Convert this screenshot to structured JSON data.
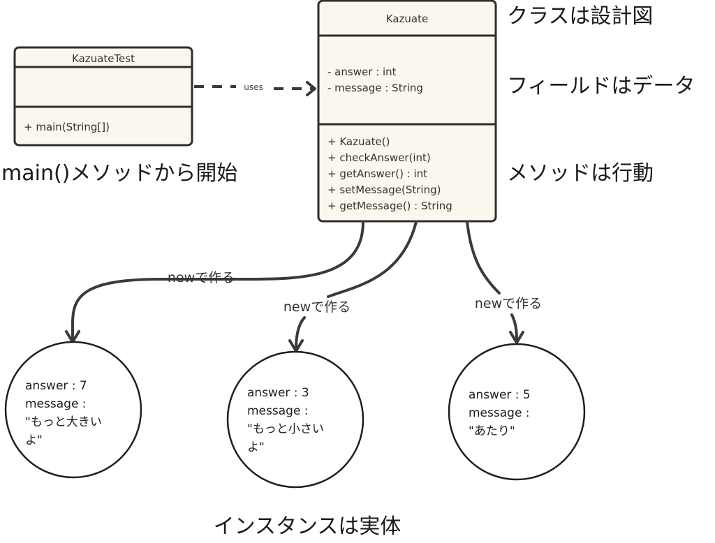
{
  "classes": {
    "test": {
      "name": "KazuateTest",
      "methods": [
        "+ main(String[])"
      ]
    },
    "kazuate": {
      "name": "Kazuate",
      "fields": [
        "- answer : int",
        "- message : String"
      ],
      "methods": [
        "+ Kazuate()",
        "+ checkAnswer(int)",
        "+ getAnswer() : int",
        "+ setMessage(String)",
        "+ getMessage() : String"
      ]
    }
  },
  "relations": {
    "uses_label": "uses",
    "new_label": "newで作る"
  },
  "notes": {
    "class_blueprint": "クラスは設計図",
    "fields_data": "フィールドはデータ",
    "methods_behavior": "メソッドは行動",
    "main_start": "main()メソッドから開始",
    "instance_entity": "インスタンスは実体"
  },
  "instances": [
    {
      "lines": [
        "answer : 7",
        "message :",
        "\"もっと大きい",
        "よ\""
      ]
    },
    {
      "lines": [
        "answer : 3",
        "message :",
        "\"もっと小さい",
        "よ\""
      ]
    },
    {
      "lines": [
        "answer : 5",
        "message :",
        "\"あたり\""
      ]
    }
  ]
}
